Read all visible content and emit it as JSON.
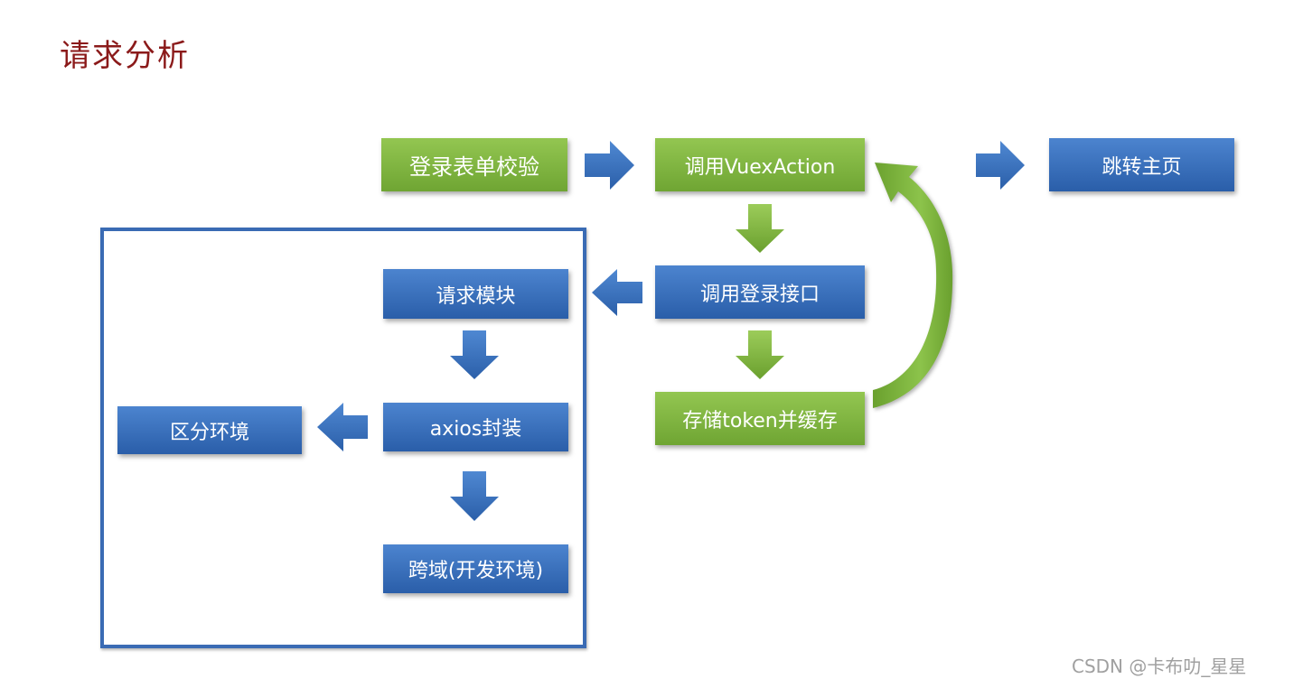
{
  "title": "请求分析",
  "nodes": {
    "login_form_validation": "登录表单校验",
    "call_vuex_action": "调用VuexAction",
    "jump_home": "跳转主页",
    "call_login_api": "调用登录接口",
    "store_token_cache": "存储token并缓存",
    "request_module": "请求模块",
    "axios_wrap": "axios封装",
    "distinguish_env": "区分环境",
    "cross_domain": "跨域(开发环境)"
  },
  "colors": {
    "title": "#8b1a1a",
    "green": "#7db443",
    "blue": "#3a6bb4"
  },
  "watermark": "CSDN @卡布叻_星星"
}
